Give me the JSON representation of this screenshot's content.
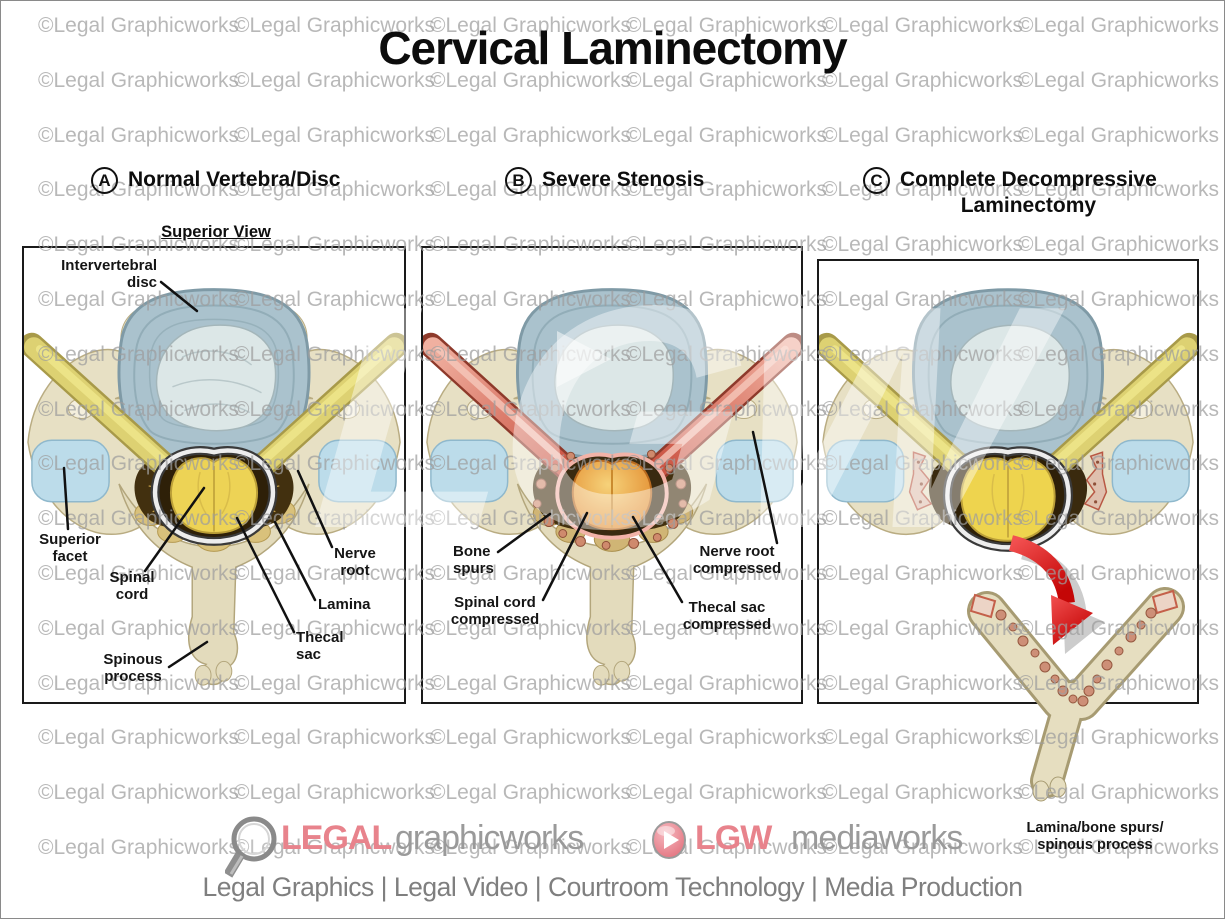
{
  "title": "Cervical Laminectomy",
  "watermark": {
    "tile": "©Legal Graphicworks",
    "big": "LGW"
  },
  "panels": {
    "a": {
      "letter": "A",
      "title": "Normal Vertebra/Disc",
      "view_label": "Superior View",
      "labels": {
        "disc": "Intervertebral\ndisc",
        "superior_facet": "Superior\nfacet",
        "spinal_cord": "Spinal\ncord",
        "spinous_process": "Spinous\nprocess",
        "nerve_root": "Nerve\nroot",
        "lamina": "Lamina",
        "thecal_sac": "Thecal\nsac"
      }
    },
    "b": {
      "letter": "B",
      "title": "Severe Stenosis",
      "labels": {
        "bone_spurs": "Bone\nspurs",
        "spinal_cord_compressed": "Spinal cord\ncompressed",
        "nerve_root_compressed": "Nerve root\ncompressed",
        "thecal_sac_compressed": "Thecal sac\ncompressed"
      }
    },
    "c": {
      "letter": "C",
      "title_line1": "Complete Decompressive",
      "title_line2": "Laminectomy",
      "labels": {
        "removed_piece": "Lamina/bone spurs/\nspinous process"
      }
    }
  },
  "footer": {
    "brand1_bold": "LEGAL",
    "brand1_light": "graphicworks",
    "brand2_bold": "LGW",
    "brand2_light": "mediaworks",
    "tagline": "Legal Graphics | Legal Video | Courtroom Technology | Media Production"
  },
  "colors": {
    "accent_pink": "#e8838c",
    "logo_gray": "#9a9a9a",
    "watermark_gray": "#9e9e9e",
    "label_black": "#151515"
  }
}
